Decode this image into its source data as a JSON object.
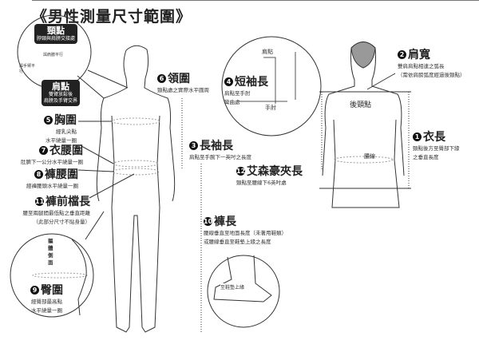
{
  "title": "《男性測量尺寸範圍》",
  "callout_points": {
    "neck_point": {
      "title": "頸點",
      "desc": "脖頸與肩膀交接處"
    },
    "shoulder_point": {
      "title": "肩點",
      "desc1": "雙臂放鬆後",
      "desc2": "肩膀及手臂交界"
    },
    "parallel_shoulder": "與肩膀平行",
    "parallel_arm": "與手臂平行"
  },
  "measurements": [
    {
      "num": "1",
      "name": "衣長",
      "desc": [
        "頸點後方至臀部下緣",
        "之垂直長度"
      ]
    },
    {
      "num": "2",
      "name": "肩寬",
      "desc": [
        "雙肩肩點相連之弧長",
        "（需依肩膀弧度經過後頸點）"
      ]
    },
    {
      "num": "3",
      "name": "長袖長",
      "desc": [
        "肩點至手腕下一英吋之長度"
      ]
    },
    {
      "num": "4",
      "name": "短袖長",
      "desc": [
        "肩點至手肘",
        "彎曲處"
      ]
    },
    {
      "num": "5",
      "name": "胸圍",
      "desc": [
        "經乳尖點",
        "水平繞量一圈"
      ]
    },
    {
      "num": "6",
      "name": "領圍",
      "desc": [
        "頸點處之實際水平圓周"
      ]
    },
    {
      "num": "7",
      "name": "衣腰圍",
      "desc": [
        "肚臍下一公分水平繞量一圈"
      ]
    },
    {
      "num": "8",
      "name": "褲腰圍",
      "desc": [
        "經褲腰頭水平繞量一圈"
      ]
    },
    {
      "num": "9",
      "name": "臀圍",
      "desc": [
        "經臀部最高點",
        "水平繞量一圈"
      ]
    },
    {
      "num": "10",
      "name": "褲長",
      "desc": [
        "腰線垂直至地面長度（未著用鞋類）",
        "或腰線垂直至鞋墊上緣之長度"
      ]
    },
    {
      "num": "11",
      "name": "褲前檔長",
      "desc": [
        "腰至兩腿間最低點之垂直距離",
        "（此部分尺寸不貼身量）"
      ]
    },
    {
      "num": "12",
      "name": "艾森豪夾長",
      "desc": [
        "頸點至腰線下6英吋處"
      ]
    }
  ],
  "figure_labels": {
    "sleeve_shoulder": "肩點",
    "sleeve_elbow": "手肘",
    "back_neck": "後頸點",
    "waistline": "腰線",
    "insole": "至鞋墊上緣",
    "body_side": "軀體側面"
  }
}
